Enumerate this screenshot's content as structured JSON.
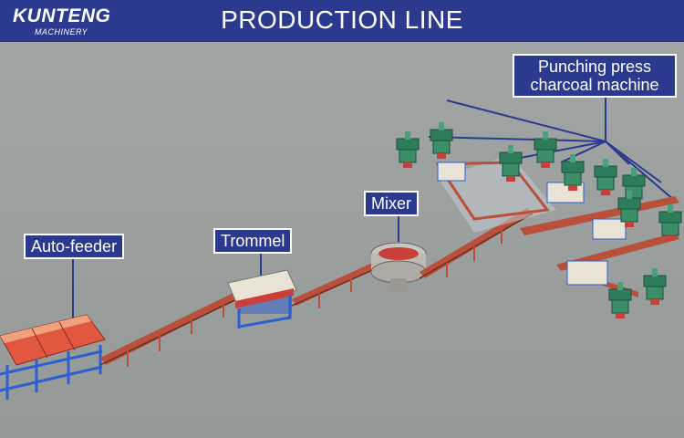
{
  "header": {
    "brand": "KUNTENG",
    "brand_sub": "MACHINERY",
    "title": "PRODUCTION LINE"
  },
  "labels": {
    "auto_feeder": "Auto-feeder",
    "trommel": "Trommel",
    "mixer": "Mixer",
    "press": "Punching press charcoal machine"
  },
  "colors": {
    "header_bg": "#2b3a8f",
    "frame_blue": "#2d5fd0",
    "hopper_red": "#e1583f",
    "conveyor_red": "#b8503c",
    "machine_green": "#2e7d5a"
  }
}
